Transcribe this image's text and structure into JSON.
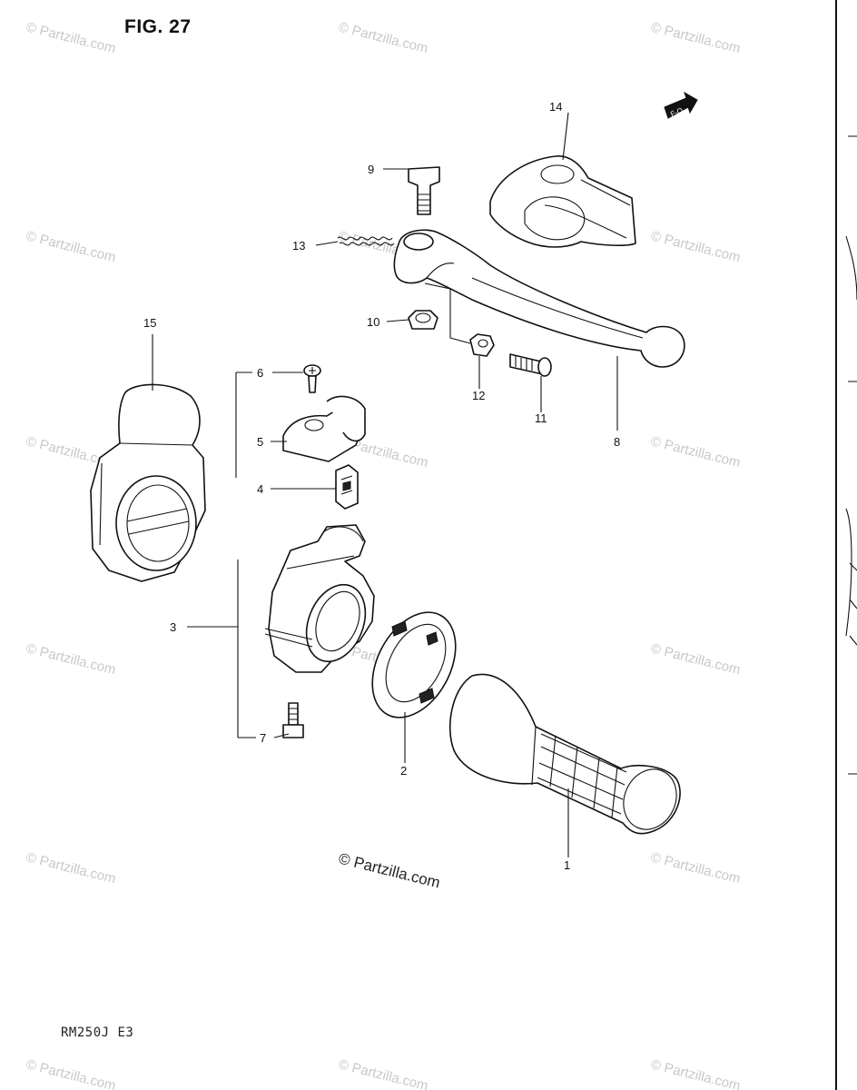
{
  "figure": {
    "title": "FIG. 27",
    "model_code": "RM250J E3"
  },
  "watermark": {
    "text": "© Partzilla.com",
    "center_text": "© Partzilla.com"
  },
  "direction_marker": {
    "label": "F-O"
  },
  "callouts": {
    "c1": "1",
    "c2": "2",
    "c3": "3",
    "c4": "4",
    "c5": "5",
    "c6": "6",
    "c7": "7",
    "c8": "8",
    "c9": "9",
    "c10": "10",
    "c11": "11",
    "c12": "12",
    "c13": "13",
    "c14": "14",
    "c15": "15"
  },
  "colors": {
    "ink": "#111111",
    "watermark": "#c8c8c8",
    "background": "#ffffff"
  }
}
